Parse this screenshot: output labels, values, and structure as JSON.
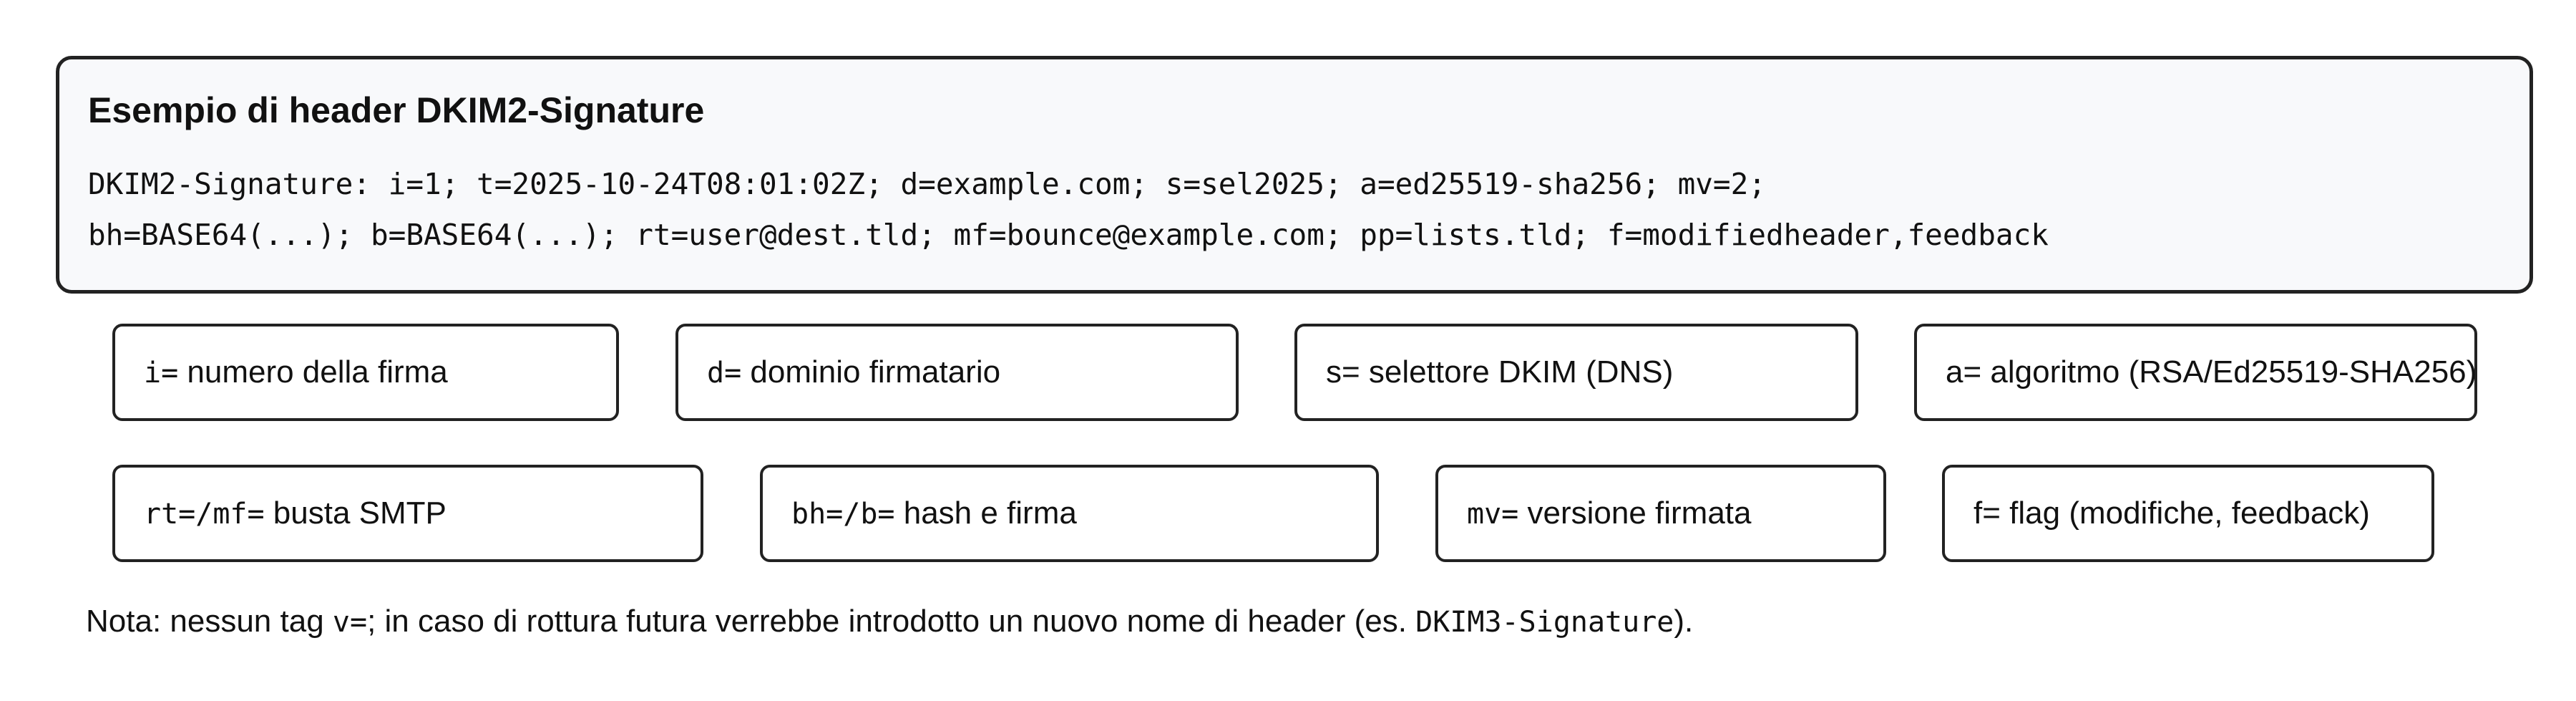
{
  "header_box": {
    "title": "Esempio di header DKIM2-Signature",
    "line1": "DKIM2-Signature: i=1; t=2025-10-24T08:01:02Z; d=example.com; s=sel2025; a=ed25519-sha256; mv=2;",
    "line2": "bh=BASE64(...); b=BASE64(...); rt=user@dest.tld; mf=bounce@example.com; pp=lists.tld; f=modifiedheader,feedback"
  },
  "tags": [
    {
      "key": "i=",
      "desc": " numero della firma"
    },
    {
      "key": "d=",
      "desc": " dominio firmatario"
    },
    {
      "key": "s=",
      "desc": " selettore DKIM (DNS)"
    },
    {
      "key": "a=",
      "desc": " algoritmo (RSA/Ed25519-SHA256)"
    },
    {
      "key": "rt=/mf=",
      "desc": " busta SMTP"
    },
    {
      "key": "bh=/b=",
      "desc": " hash e firma"
    },
    {
      "key": "mv=",
      "desc": " versione firmata"
    },
    {
      "key": "f=",
      "desc": " flag (modifiche, feedback)"
    }
  ],
  "note": {
    "prefix": "Nota: nessun tag ",
    "tag": "v=",
    "middle": "; in caso di rottura futura verrebbe introdotto un nuovo nome di header (es. ",
    "header_name": "DKIM3-Signature",
    "suffix": ")."
  }
}
